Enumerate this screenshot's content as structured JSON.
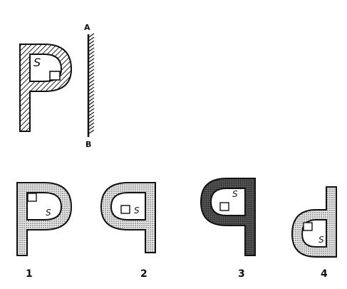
{
  "mirror": {
    "top_label": "A",
    "bottom_label": "B"
  },
  "question": {
    "figure_letter": "P",
    "inner_symbol": "S"
  },
  "options": [
    {
      "number": "1",
      "inner_symbol": "S"
    },
    {
      "number": "2",
      "inner_symbol": "S"
    },
    {
      "number": "3",
      "inner_symbol": "S"
    },
    {
      "number": "4",
      "inner_symbol": "S"
    }
  ]
}
